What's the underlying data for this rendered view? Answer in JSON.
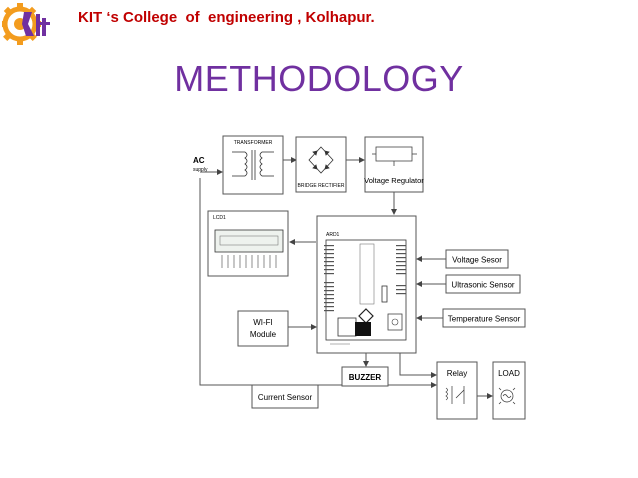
{
  "header": {
    "college_name": "KIT ‘s College  of  engineering , Kolhapur."
  },
  "slide": {
    "title": "METHODOLOGY"
  },
  "diagram": {
    "ac_label": "AC",
    "supply_label": "supply",
    "transformer_label": "TRANSFORMER",
    "bridge_label": "BRIDGE RECTIFIER",
    "regulator_label": "Voltage Regulator",
    "lcd_label": "LCD1",
    "arduino_label": "ARD1",
    "wifi_line1": "WI-FI",
    "wifi_line2": "Module",
    "buzzer_label": "BUZZER",
    "current_sensor_label": "Current Sensor",
    "voltage_sensor_label": "Voltage Sesor",
    "ultrasonic_sensor_label": "Ultrasonic Sensor",
    "temperature_sensor_label": "Temperature Sensor",
    "relay_label": "Relay",
    "load_label": "LOAD"
  },
  "colors": {
    "header_text": "#c00000",
    "title_text": "#7030a0",
    "logo_orange": "#f39c1e",
    "logo_purple": "#7030a0"
  }
}
